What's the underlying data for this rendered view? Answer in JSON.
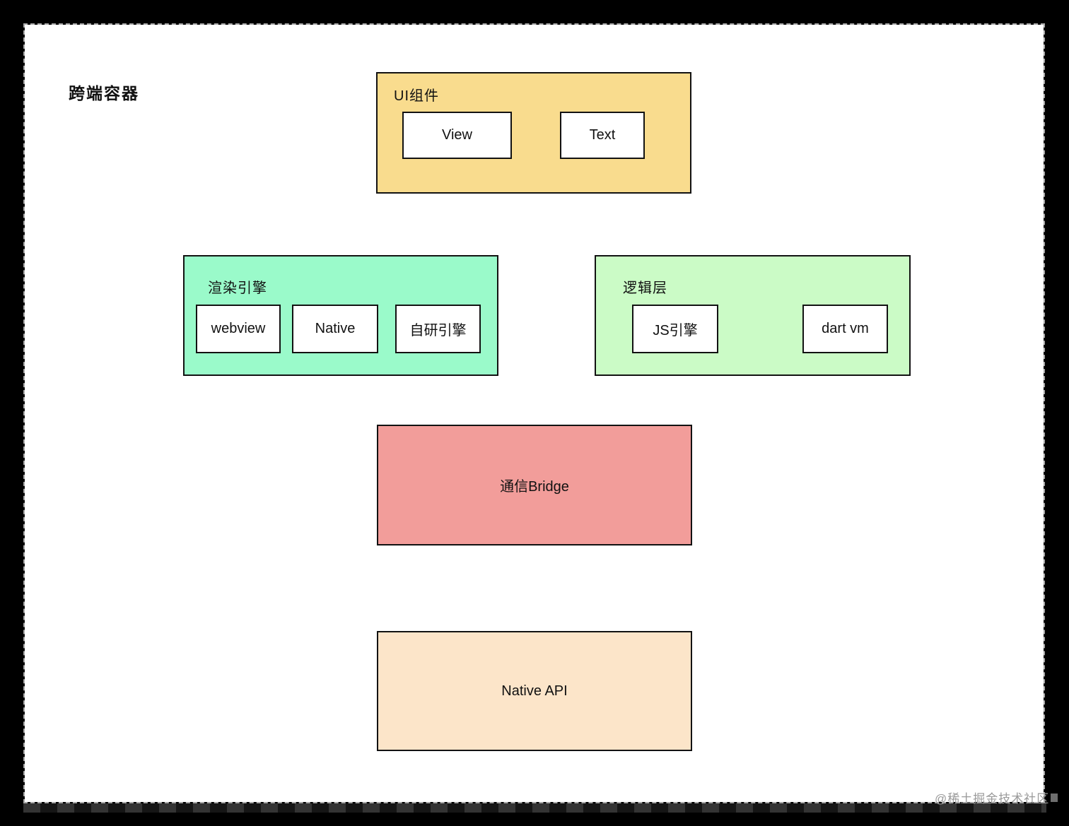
{
  "diagram": {
    "title": "跨端容器",
    "groups": [
      {
        "id": "ui",
        "label": "UI组件",
        "fill": "#f9dc8e",
        "nodes": [
          {
            "label": "View"
          },
          {
            "label": "Text"
          }
        ]
      },
      {
        "id": "render",
        "label": "渲染引擎",
        "fill": "#9afaca",
        "nodes": [
          {
            "label": "webview"
          },
          {
            "label": "Native"
          },
          {
            "label": "自研引擎"
          }
        ]
      },
      {
        "id": "logic",
        "label": "逻辑层",
        "fill": "#cbfbc6",
        "nodes": [
          {
            "label": "JS引擎"
          },
          {
            "label": "dart vm"
          }
        ]
      }
    ],
    "blocks": [
      {
        "id": "bridge",
        "label": "通信Bridge",
        "fill": "#f29d9a"
      },
      {
        "id": "native_api",
        "label": "Native API",
        "fill": "#fce5c9"
      }
    ]
  },
  "colors": {
    "page_bg": "#000000",
    "canvas_bg": "#ffffff",
    "box_border": "#121212",
    "dashed_border": "#a8a8a8",
    "watermark": "#9a9a9a"
  },
  "watermark": {
    "text": "@稀土掘金技术社区"
  }
}
